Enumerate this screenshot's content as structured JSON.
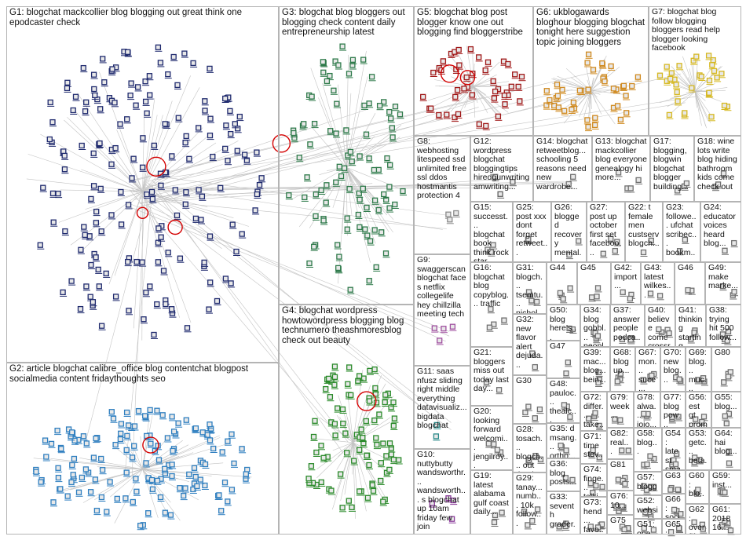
{
  "colors": {
    "background": "#ffffff",
    "border": "#b4b4b4",
    "label": "#111111",
    "edge": "#b0b0b0",
    "self_loop": "#d40000",
    "node_fill": "#e8e8e8"
  },
  "groups": [
    {
      "id": "G1",
      "label": "G1: blogchat mackcollier blog blogging out great think one epodcaster check",
      "node_color": "#1f2a6e",
      "icon": "avatar-icon"
    },
    {
      "id": "G2",
      "label": "G2: article blogchat calibre_office blog contentchat blogpost socialmedia content fridaythoughts seo",
      "node_color": "#2f7fc0",
      "icon": "avatar-icon"
    },
    {
      "id": "G3",
      "label": "G3: blogchat blog bloggers out blogging check content daily entrepreneurship latest",
      "node_color": "#2e7a4a",
      "icon": "avatar-icon"
    },
    {
      "id": "G4",
      "label": "G4: blogchat wordpress howtowordpress blogging blog technumero theashmoresblog check out beauty",
      "node_color": "#2a8a2a",
      "icon": "avatar-icon"
    },
    {
      "id": "G5",
      "label": "G5: blogchat blog post blogger know one out blogging find bloggerstribe",
      "node_color": "#a01818",
      "icon": "avatar-icon"
    },
    {
      "id": "G6",
      "label": "G6: ukblogawards bloghour blogging blogchat tonight here suggestion topic joining bloggers",
      "node_color": "#d08a20",
      "icon": "avatar-icon"
    },
    {
      "id": "G7",
      "label": "G7: blogchat blog follow blogging bloggers read help blogger looking facebook",
      "node_color": "#d6b820",
      "icon": "avatar-icon"
    },
    {
      "id": "G8",
      "label": "G8: webhosting litespeed ssd unlimited free ssl ddos hostmantis protection 4",
      "node_color": "#8a8a8a",
      "icon": "avatar-icon"
    },
    {
      "id": "G9",
      "label": "G9: swaggerscan blogchat face s netflix collegelife hey chillzilla meeting tech",
      "node_color": "#a050a0",
      "icon": "avatar-icon"
    },
    {
      "id": "G10",
      "label": "G10: nuttybutty wandsworthr... wandsworth... s blogchat up 10am friday few join",
      "node_color": "#8a3a9a",
      "icon": "avatar-icon"
    },
    {
      "id": "G11",
      "label": "G11: saas nfusz sliding right middle everything datavisualiz... bigdata blogchat",
      "node_color": "#2a8a8a",
      "icon": "avatar-icon"
    },
    {
      "id": "G12",
      "label": "G12: wordpress blogchat bloggingtips hiredgunwriting amwriting...",
      "node_color": "#606060",
      "icon": "avatar-icon"
    },
    {
      "id": "G13",
      "label": "G13: blogchat mackcollier blog everyone genealogy hi more...",
      "node_color": "#707070",
      "icon": "avatar-icon"
    },
    {
      "id": "G14",
      "label": "G14: blogchat retweetblog... schooling 5 reasons need new wardrobe...",
      "node_color": "#707070",
      "icon": "avatar-icon"
    },
    {
      "id": "G15",
      "label": "G15: successt... blogchat book think rock star create...",
      "node_color": "#707070",
      "icon": "avatar-icon"
    },
    {
      "id": "G16",
      "label": "G16: blogchat blog copyblog... traffic",
      "node_color": "#707070",
      "icon": "avatar-icon"
    },
    {
      "id": "G17",
      "label": "G17: blogging, blogwin blogchat blogger building...",
      "node_color": "#707070",
      "icon": "avatar-icon"
    },
    {
      "id": "G18",
      "label": "G18: wine lots write blog hiding bathroom kids come check out",
      "node_color": "#707070",
      "icon": "avatar-icon"
    },
    {
      "id": "G19",
      "label": "G19: latest alabama gulf coast daily...",
      "node_color": "#707070",
      "icon": "avatar-icon"
    },
    {
      "id": "G20",
      "label": "G20: looking forward welcomi... jengilroy...",
      "node_color": "#707070",
      "icon": "avatar-icon"
    },
    {
      "id": "G21",
      "label": "G21: bloggers miss out today last day...",
      "node_color": "#707070",
      "icon": "avatar-icon"
    },
    {
      "id": "G22",
      "label": "G22: t female men custserv blogch...",
      "node_color": "#707070",
      "icon": "avatar-icon"
    },
    {
      "id": "G23",
      "label": "G23: followe... ufchat scribec... bookm...",
      "node_color": "#707070",
      "icon": "avatar-icon"
    },
    {
      "id": "G24",
      "label": "G24: educator voices heard blog...",
      "node_color": "#707070",
      "icon": "avatar-icon"
    },
    {
      "id": "G25",
      "label": "G25: post xxx dont forget retweet...",
      "node_color": "#707070",
      "icon": "avatar-icon"
    },
    {
      "id": "G26",
      "label": "G26: blogged recovery mental... blog...",
      "node_color": "#707070",
      "icon": "avatar-icon"
    },
    {
      "id": "G27",
      "label": "G27: post up october first set faceboo...",
      "node_color": "#707070",
      "icon": "avatar-icon"
    },
    {
      "id": "G28",
      "label": "G28: tosach... blogch... out thank...",
      "node_color": "#707070",
      "icon": "avatar-icon"
    },
    {
      "id": "G29",
      "label": "G29: tanay... numb... 10k follow...",
      "node_color": "#707070",
      "icon": "avatar-icon"
    },
    {
      "id": "G30",
      "label": "G30",
      "node_color": "#707070",
      "icon": "avatar-icon"
    },
    {
      "id": "G31",
      "label": "G31: blogch... tsemtu... nichol... miss...",
      "node_color": "#707070",
      "icon": "avatar-icon"
    },
    {
      "id": "G32",
      "label": "G32: new flavor alert dejuda...",
      "node_color": "#707070",
      "icon": "avatar-icon"
    },
    {
      "id": "G33",
      "label": "G33: seventh grader...",
      "node_color": "#707070",
      "icon": "avatar-icon"
    },
    {
      "id": "G34",
      "label": "G34: blog gobbl... peopl...",
      "node_color": "#707070",
      "icon": "avatar-icon"
    },
    {
      "id": "G35",
      "label": "G35: d msang... ortho...",
      "node_color": "#707070",
      "icon": "avatar-icon"
    },
    {
      "id": "G36",
      "label": "G36: blog posts...",
      "node_color": "#707070",
      "icon": "avatar-icon"
    },
    {
      "id": "G37",
      "label": "G37: answer people podca...",
      "node_color": "#707070",
      "icon": "avatar-icon"
    },
    {
      "id": "G38",
      "label": "G38: trying hit 500 follow...",
      "node_color": "#707070",
      "icon": "avatar-icon"
    },
    {
      "id": "G39",
      "label": "G39: mac... blog... bein...",
      "node_color": "#707070",
      "icon": "avatar-icon"
    },
    {
      "id": "G40",
      "label": "G40: believe come crossr...",
      "node_color": "#707070",
      "icon": "avatar-icon"
    },
    {
      "id": "G41",
      "label": "G41: thinking starting write...",
      "node_color": "#707070",
      "icon": "avatar-icon"
    },
    {
      "id": "G42",
      "label": "G42: import...",
      "node_color": "#707070",
      "icon": "avatar-icon"
    },
    {
      "id": "G43",
      "label": "G43: latest wilkes...",
      "node_color": "#707070",
      "icon": "avatar-icon"
    },
    {
      "id": "G44",
      "label": "G44",
      "node_color": "#707070",
      "icon": "avatar-icon"
    },
    {
      "id": "G45",
      "label": "G45",
      "node_color": "#707070",
      "icon": "avatar-icon"
    },
    {
      "id": "G46",
      "label": "G46",
      "node_color": "#707070",
      "icon": "avatar-icon"
    },
    {
      "id": "G47",
      "label": "G47",
      "node_color": "#707070",
      "icon": "avatar-icon"
    },
    {
      "id": "G48",
      "label": "G48: pauloc... thealc...",
      "node_color": "#707070",
      "icon": "avatar-icon"
    },
    {
      "id": "G49",
      "label": "G49: make marke...",
      "node_color": "#707070",
      "icon": "avatar-icon"
    },
    {
      "id": "G50",
      "label": "G50: blog here's...",
      "node_color": "#707070",
      "icon": "avatar-icon"
    },
    {
      "id": "G51",
      "label": "G51: one...",
      "node_color": "#707070",
      "icon": "avatar-icon"
    },
    {
      "id": "G52",
      "label": "G52: websi...",
      "node_color": "#707070",
      "icon": "avatar-icon"
    },
    {
      "id": "G53",
      "label": "G53: getc... beta...",
      "node_color": "#707070",
      "icon": "avatar-icon"
    },
    {
      "id": "G54",
      "label": "G54: latest sma...",
      "node_color": "#707070",
      "icon": "avatar-icon"
    },
    {
      "id": "G55",
      "label": "G55: blog...",
      "node_color": "#707070",
      "icon": "avatar-icon"
    },
    {
      "id": "G56",
      "label": "G56: est gt prom...",
      "node_color": "#707070",
      "icon": "avatar-icon"
    },
    {
      "id": "G57",
      "label": "G57: blogg...",
      "node_color": "#707070",
      "icon": "avatar-icon"
    },
    {
      "id": "G58",
      "label": "G58: blog...",
      "node_color": "#707070",
      "icon": "avatar-icon"
    },
    {
      "id": "G59",
      "label": "G59: inst...",
      "node_color": "#707070",
      "icon": "avatar-icon"
    },
    {
      "id": "G60",
      "label": "G60: blo... bru...",
      "node_color": "#707070",
      "icon": "avatar-icon"
    },
    {
      "id": "G61",
      "label": "G61: 2018 16...",
      "node_color": "#707070",
      "icon": "avatar-icon"
    },
    {
      "id": "G62",
      "label": "G62: over fifty...",
      "node_color": "#707070",
      "icon": "avatar-icon"
    },
    {
      "id": "G63",
      "label": "G63",
      "node_color": "#707070",
      "icon": "avatar-icon"
    },
    {
      "id": "G64",
      "label": "G64: hai blog...",
      "node_color": "#707070",
      "icon": "avatar-icon"
    },
    {
      "id": "G65",
      "label": "G65: mond...",
      "node_color": "#707070",
      "icon": "avatar-icon"
    },
    {
      "id": "G66",
      "label": "G66: social...",
      "node_color": "#707070",
      "icon": "avatar-icon"
    },
    {
      "id": "G67",
      "label": "G67: mon... succ...",
      "node_color": "#707070",
      "icon": "avatar-icon"
    },
    {
      "id": "G68",
      "label": "G68: blog up...",
      "node_color": "#707070",
      "icon": "avatar-icon"
    },
    {
      "id": "G69",
      "label": "G69: blog... muc...",
      "node_color": "#707070",
      "icon": "avatar-icon"
    },
    {
      "id": "G70",
      "label": "G70: new blog...",
      "node_color": "#707070",
      "icon": "avatar-icon"
    },
    {
      "id": "G71",
      "label": "G71: time stev...",
      "node_color": "#707070",
      "icon": "avatar-icon"
    },
    {
      "id": "G72",
      "label": "G72: differ... take...",
      "node_color": "#707070",
      "icon": "avatar-icon"
    },
    {
      "id": "G73",
      "label": "G73: hend... favo...",
      "node_color": "#707070",
      "icon": "avatar-icon"
    },
    {
      "id": "G74",
      "label": "G74: finge... talki...",
      "node_color": "#707070",
      "icon": "avatar-icon"
    },
    {
      "id": "G75",
      "label": "G75",
      "node_color": "#707070",
      "icon": "avatar-icon"
    },
    {
      "id": "G76",
      "label": "G76: 10...",
      "node_color": "#707070",
      "icon": "avatar-icon"
    },
    {
      "id": "G77",
      "label": "G77: blog pow...",
      "node_color": "#707070",
      "icon": "avatar-icon"
    },
    {
      "id": "G78",
      "label": "G78: alwa... jojo...",
      "node_color": "#707070",
      "icon": "avatar-icon"
    },
    {
      "id": "G79",
      "label": "G79: week...",
      "node_color": "#707070",
      "icon": "avatar-icon"
    },
    {
      "id": "G80",
      "label": "G80",
      "node_color": "#707070",
      "icon": "avatar-icon"
    },
    {
      "id": "G81",
      "label": "G81",
      "node_color": "#707070",
      "icon": "avatar-icon"
    },
    {
      "id": "G82",
      "label": "G82: real...",
      "node_color": "#707070",
      "icon": "avatar-icon"
    }
  ]
}
